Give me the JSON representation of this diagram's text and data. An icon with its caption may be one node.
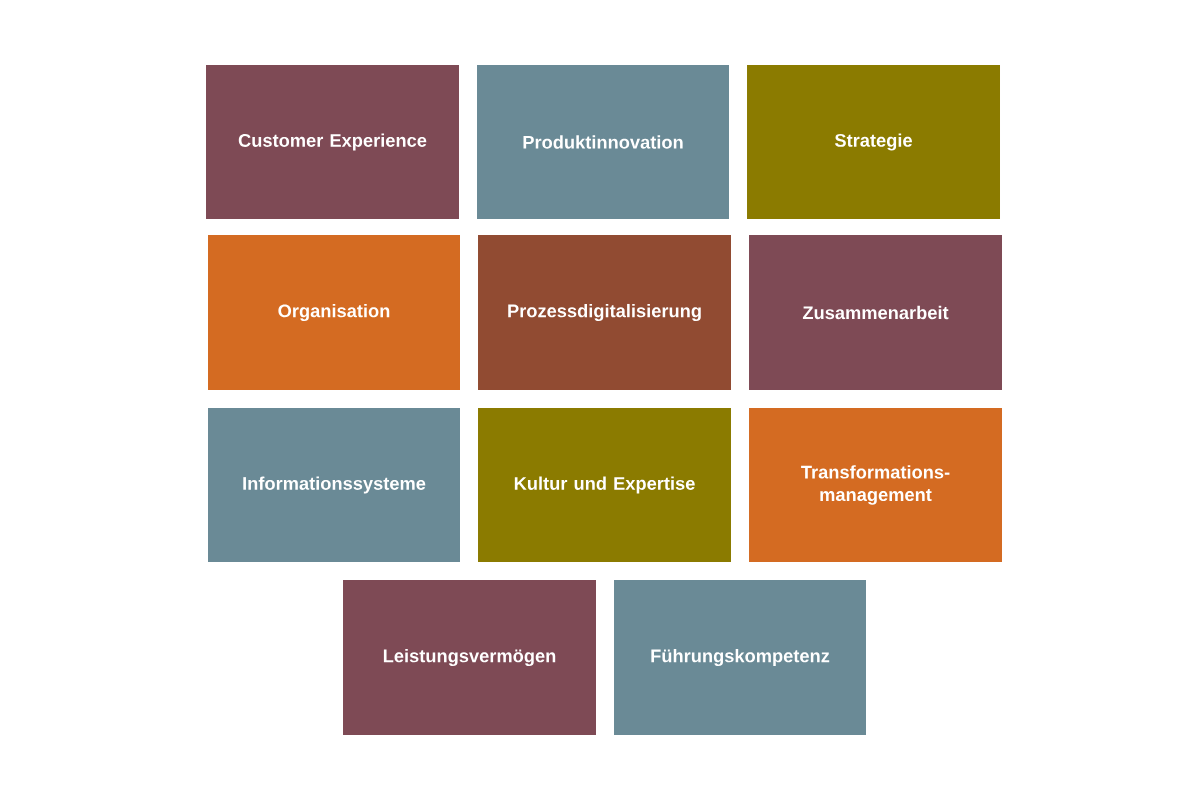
{
  "diagram": {
    "nodes": [
      {
        "text": [
          "Customer Experience"
        ]
      },
      {
        "text": [
          "Produktinnovation"
        ]
      },
      {
        "text": [
          "Strategie"
        ]
      },
      {
        "text": [
          "Organisation"
        ]
      },
      {
        "text": [
          "Prozessdigitalisierung"
        ]
      },
      {
        "text": [
          "Zusammenarbeit"
        ]
      },
      {
        "text": [
          "Informationssysteme"
        ]
      },
      {
        "text": [
          "Kultur und Expertise"
        ]
      },
      {
        "text": [
          "Transformations-management"
        ]
      },
      {
        "text": [
          "Leistungsvermögen"
        ]
      },
      {
        "text": [
          "Führungskompetenz"
        ]
      }
    ]
  }
}
